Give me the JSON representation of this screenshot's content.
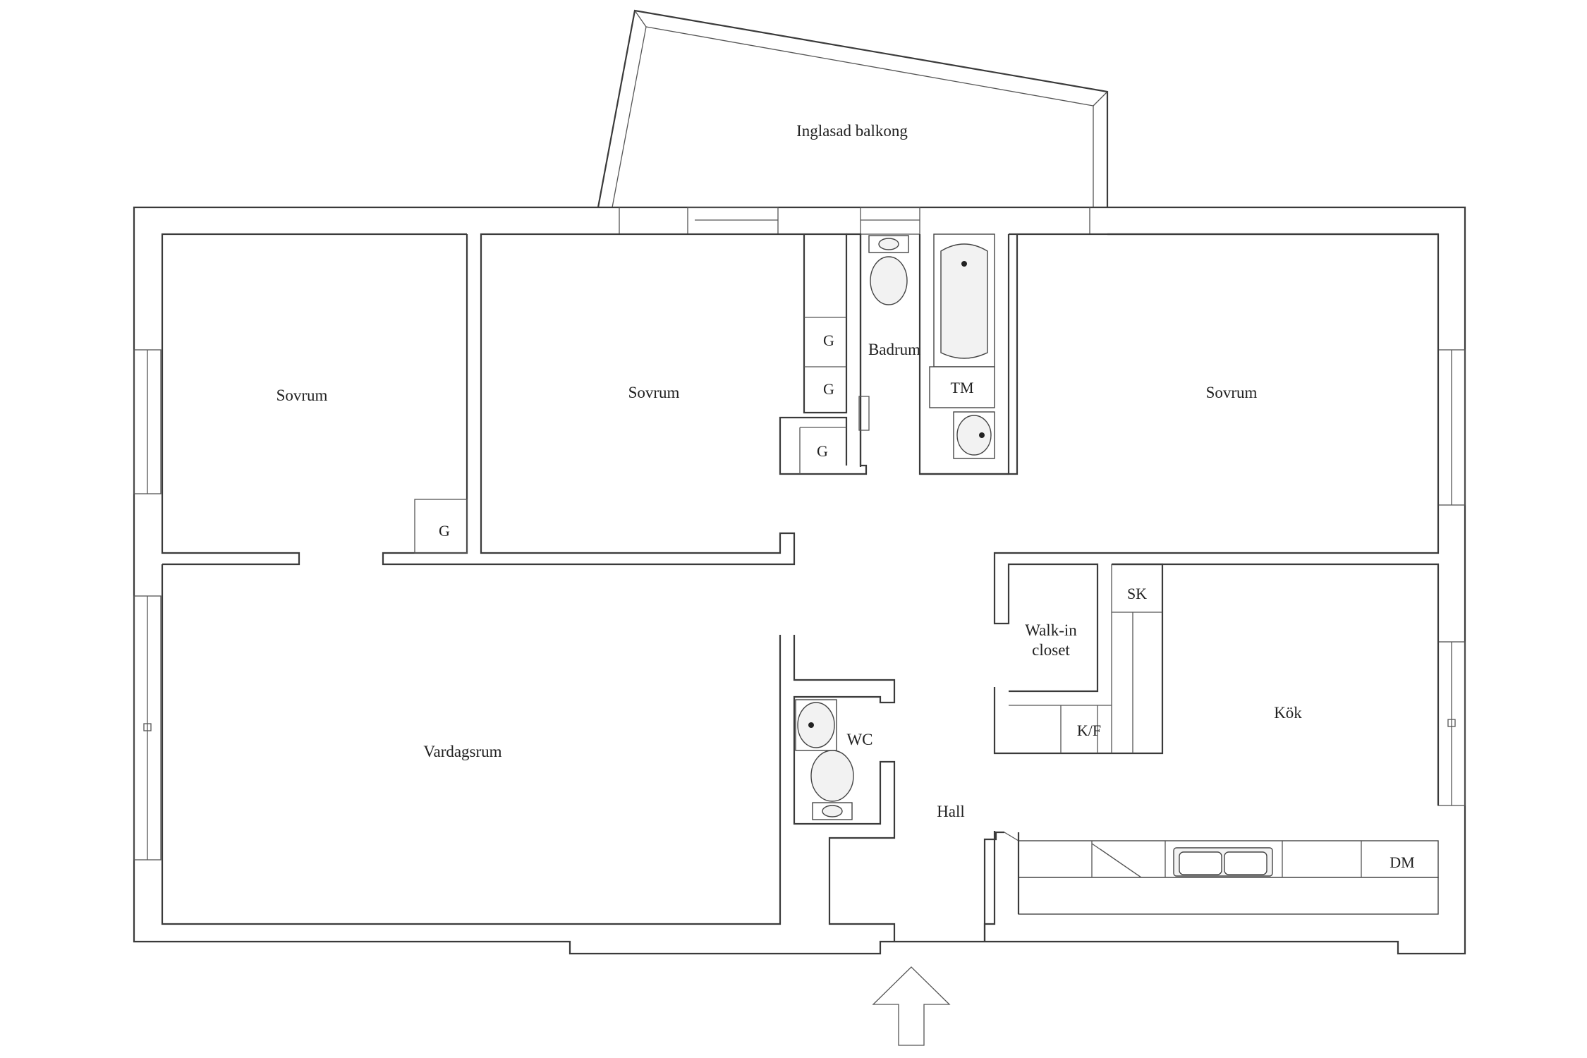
{
  "rooms": {
    "balcony": "Inglasad balkong",
    "bedroom_left": "Sovrum",
    "bedroom_middle": "Sovrum",
    "bedroom_right": "Sovrum",
    "bathroom": "Badrum",
    "living_room": "Vardagsrum",
    "wc": "WC",
    "hall": "Hall",
    "kitchen": "Kök",
    "walkin_line1": "Walk-in",
    "walkin_line2": "closet"
  },
  "fixtures": {
    "wardrobe": "G",
    "washing_machine": "TM",
    "cleaning_cabinet": "SK",
    "fridge_freezer": "K/F",
    "dishwasher": "DM"
  }
}
